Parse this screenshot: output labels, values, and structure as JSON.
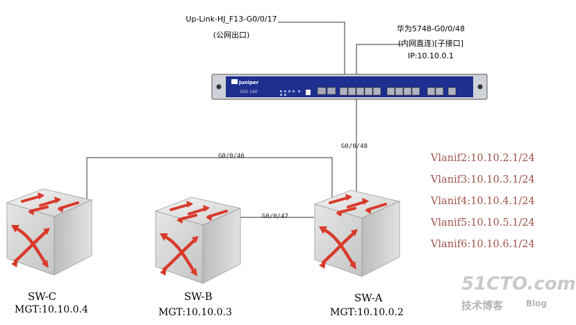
{
  "firewall": {
    "brand": "Juniper",
    "model": "SSG 140",
    "uplink_label": "Up-Link-HJ_F13-G0/0/17",
    "uplink_sub": "(公网出口)",
    "inner_label": "华为5748-G0/0/48",
    "inner_sub": "(内网直连)[子接口]",
    "inner_ip": "IP:10.10.0.1"
  },
  "links": {
    "fw_to_a": "G0/0/48",
    "a_to_c": "G0/0/46",
    "a_to_b": "G0/0/47"
  },
  "switches": [
    {
      "name": "SW-C",
      "mgt": "MGT:10.10.0.4"
    },
    {
      "name": "SW-B",
      "mgt": "MGT:10.10.0.3"
    },
    {
      "name": "SW-A",
      "mgt": "MGT:10.10.0.2"
    }
  ],
  "vlanifs": [
    "Vlanif2:10.10.2.1/24",
    "Vlanif3:10.10.3.1/24",
    "Vlanif4:10.10.4.1/24",
    "Vlanif5:10.10.5.1/24",
    "Vlanif6:10.10.6.1/24"
  ],
  "watermark": {
    "main": "51CTO.com",
    "sub": "技术博客",
    "blog": "Blog"
  },
  "colors": {
    "firewall_body": "#1f2f8f",
    "vlan_text": "#a0524a",
    "switch_face": "#d8d8d8",
    "arrow": "#d83a2a"
  }
}
